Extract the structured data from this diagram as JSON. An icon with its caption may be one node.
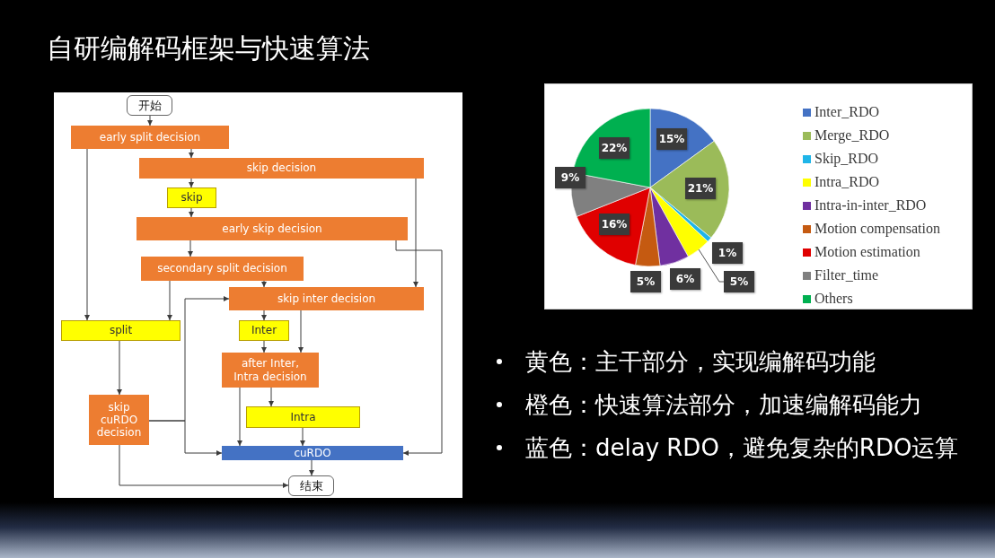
{
  "diagram": {
    "title": "自研编解码框架与快速算法",
    "nodes": [
      {
        "text": [
          "开始"
        ]
      },
      {
        "text": [
          "early split decision"
        ]
      },
      {
        "text": [
          "skip decision"
        ]
      },
      {
        "text": [
          "skip"
        ]
      },
      {
        "text": [
          "early skip decision"
        ]
      },
      {
        "text": [
          "secondary split decision"
        ]
      },
      {
        "text": [
          "skip inter decision"
        ]
      },
      {
        "text": [
          "split"
        ]
      },
      {
        "text": [
          "Inter"
        ]
      },
      {
        "text": [
          "after Inter, Intra decision"
        ]
      },
      {
        "text": [
          "skip cuRDO decision"
        ]
      },
      {
        "text": [
          "Intra"
        ]
      },
      {
        "text": [
          "cuRDO"
        ]
      },
      {
        "text": [
          "结束"
        ]
      }
    ],
    "edges": [
      {
        "from": 0,
        "to": 1,
        "arrow": "to"
      },
      {
        "from": 1,
        "to": 2,
        "arrow": "to"
      },
      {
        "from": 1,
        "to": 7,
        "arrow": "to"
      },
      {
        "from": 2,
        "to": 3,
        "arrow": "to"
      },
      {
        "from": 2,
        "to": 6,
        "arrow": "to"
      },
      {
        "from": 3,
        "to": 4,
        "arrow": "to"
      },
      {
        "from": 4,
        "to": 5,
        "arrow": "to"
      },
      {
        "from": 4,
        "to": 12,
        "arrow": "to"
      },
      {
        "from": 5,
        "to": 6,
        "arrow": "to"
      },
      {
        "from": 5,
        "to": 7,
        "arrow": "to"
      },
      {
        "from": 6,
        "to": 8,
        "arrow": "to"
      },
      {
        "from": 6,
        "to": 9,
        "arrow": "to"
      },
      {
        "from": 7,
        "to": 10,
        "arrow": "to"
      },
      {
        "from": 8,
        "to": 9,
        "arrow": "to"
      },
      {
        "from": 9,
        "to": 11,
        "arrow": "to"
      },
      {
        "from": 9,
        "to": 12,
        "arrow": "to"
      },
      {
        "from": 10,
        "to": 6,
        "arrow": "to"
      },
      {
        "from": 10,
        "to": 12,
        "arrow": "to"
      },
      {
        "from": 10,
        "to": 13,
        "arrow": "to"
      },
      {
        "from": 11,
        "to": 12,
        "arrow": "to"
      },
      {
        "from": 12,
        "to": 13,
        "arrow": "to"
      }
    ],
    "labels": [
      "黄色：主干部分，实现编解码功能",
      "橙色：快速算法部分，加速编解码能力",
      "蓝色：delay RDO，避免复杂的RDO运算"
    ],
    "legend": [
      {
        "text": "Inter_RDO",
        "color": "#4472c4"
      },
      {
        "text": "Merge_RDO",
        "color": "#9bbb59"
      },
      {
        "text": "Skip_RDO",
        "color": "#1fb5e8"
      },
      {
        "text": "Intra_RDO",
        "color": "#ffff00"
      },
      {
        "text": "Intra-in-inter_RDO",
        "color": "#7030a0"
      },
      {
        "text": "Motion compensation",
        "color": "#c55a11"
      },
      {
        "text": "Motion estimation",
        "color": "#e00000"
      },
      {
        "text": "Filter_time",
        "color": "#808080"
      },
      {
        "text": "Others",
        "color": "#00b050"
      }
    ],
    "chart_data": {
      "type": "pie",
      "values": [
        15,
        21,
        1,
        5,
        6,
        5,
        16,
        9,
        22
      ],
      "value_labels": [
        "15%",
        "21%",
        "1%",
        "5%",
        "6%",
        "5%",
        "16%",
        "9%",
        "22%"
      ]
    }
  }
}
